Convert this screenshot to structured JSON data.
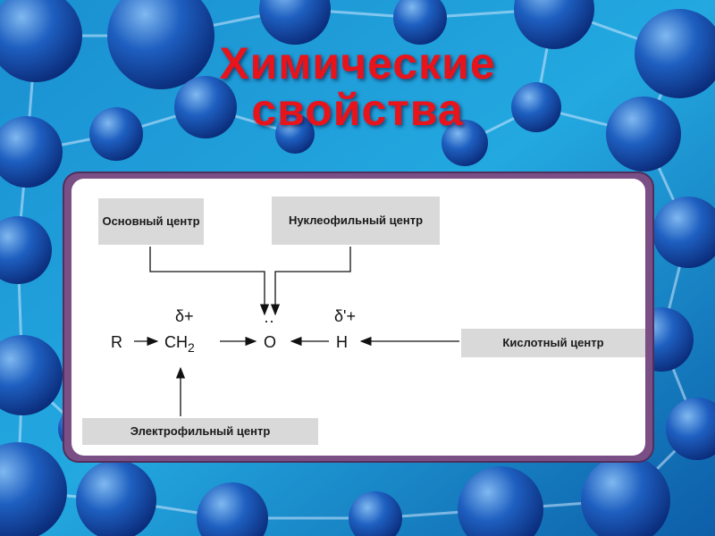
{
  "slide": {
    "title_line1": "Химические",
    "title_line2": "свойства",
    "title_color": "#e8141c",
    "background": "blue molecular spheres and lattice"
  },
  "labels": {
    "basic_center": "Основный центр",
    "nucleophilic_center": "Нуклеофильный центр",
    "acid_center": "Кислотный центр",
    "electrophilic_center": "Электрофильный центр"
  },
  "formula": {
    "r": "R",
    "ch2": "CH",
    "ch2_sub": "2",
    "o": "O",
    "o_dots": "··",
    "h": "H",
    "delta_ch2": "δ+",
    "delta_h": "δ'+"
  },
  "colors": {
    "frame": "#7a4f86",
    "label_bg": "#d9d9d9"
  }
}
